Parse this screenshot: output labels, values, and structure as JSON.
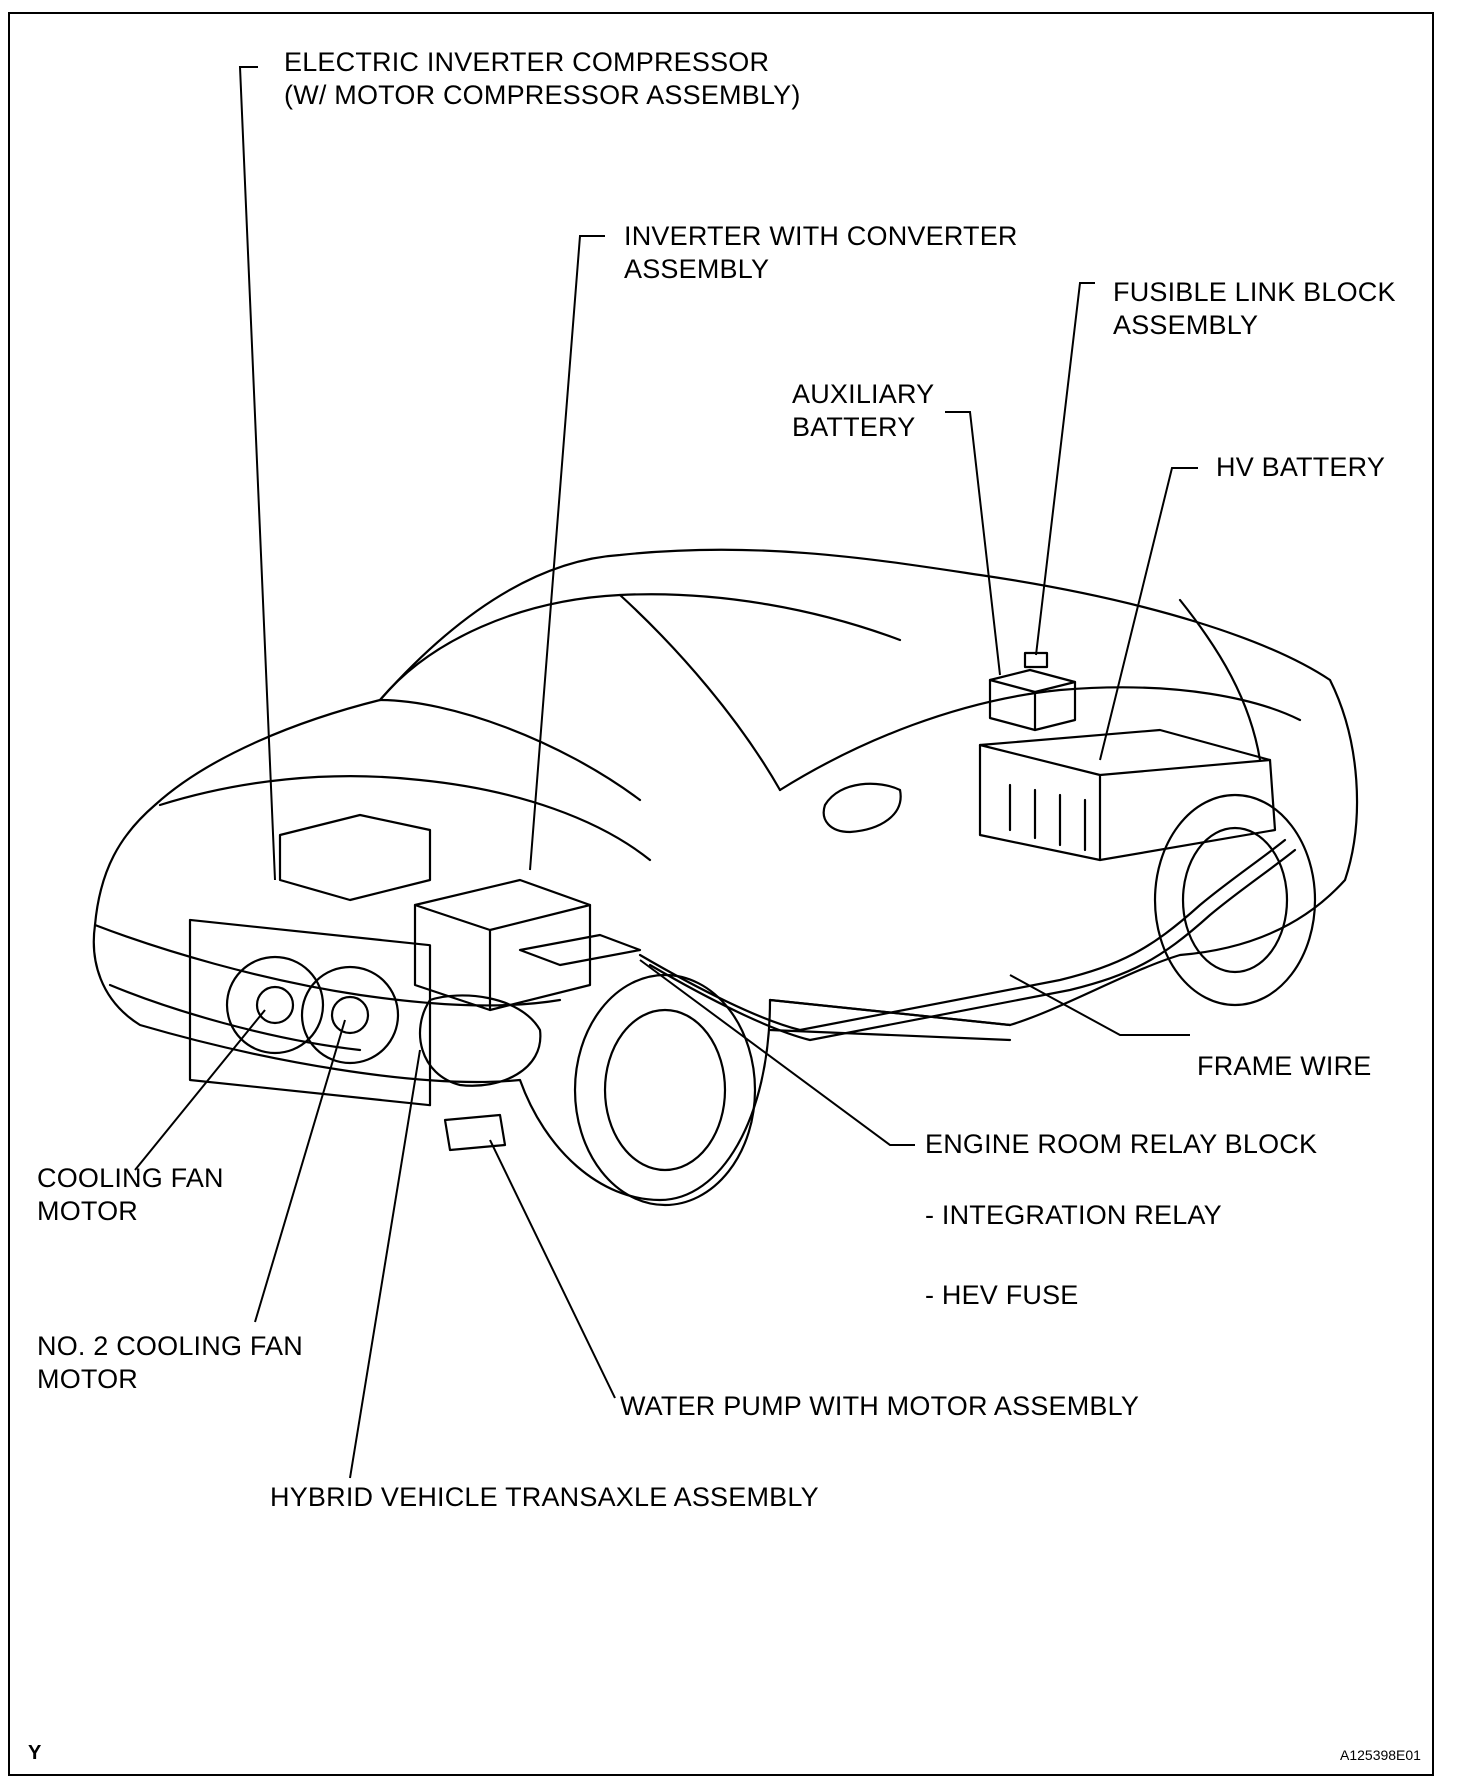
{
  "labels": {
    "compressor_1": "ELECTRIC INVERTER COMPRESSOR",
    "compressor_2": "(W/ MOTOR COMPRESSOR ASSEMBLY)",
    "inverter_1": "INVERTER WITH CONVERTER",
    "inverter_2": "ASSEMBLY",
    "fusible_1": "FUSIBLE LINK BLOCK",
    "fusible_2": "ASSEMBLY",
    "aux_1": "AUXILIARY",
    "aux_2": "BATTERY",
    "hv_battery": "HV BATTERY",
    "frame_wire": "FRAME WIRE",
    "relay_block": "ENGINE ROOM RELAY BLOCK",
    "integration_relay": "- INTEGRATION RELAY",
    "hev_fuse": "- HEV FUSE",
    "cooling_fan_1": "COOLING FAN",
    "cooling_fan_2": "MOTOR",
    "no2_fan_1": "NO. 2 COOLING FAN",
    "no2_fan_2": "MOTOR",
    "water_pump": "WATER PUMP WITH MOTOR ASSEMBLY",
    "transaxle": "HYBRID VEHICLE TRANSAXLE ASSEMBLY"
  },
  "corner_mark": "Y",
  "figure_code": "A125398E01"
}
